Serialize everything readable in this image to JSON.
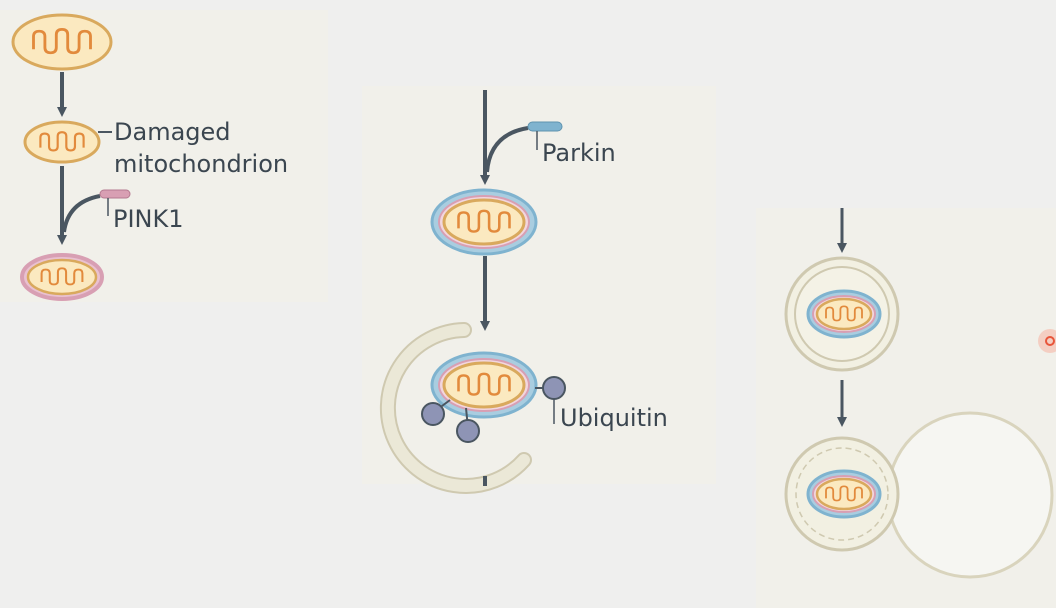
{
  "labels": {
    "damaged": [
      "Damaged",
      "mitochondrion"
    ],
    "pink1": "PINK1",
    "parkin": "Parkin",
    "ubiquitin": "Ubiquitin"
  },
  "colors": {
    "arrow": "#4a5661",
    "mito_fill": "#fbe9c0",
    "mito_outline": "#d9a95d",
    "mito_cristae": "#e28a3c",
    "pink1": "#d89fb3",
    "parkin": "#7fb3cf",
    "ubiquitin": "#8e94b5",
    "membrane": "#e9e5d3",
    "membrane_edge": "#cfc9b0",
    "panel_bg": "#f1f0ea",
    "indicator": "#e8553a"
  }
}
